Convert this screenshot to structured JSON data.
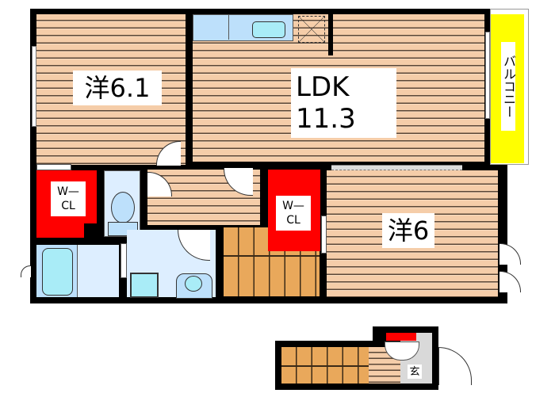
{
  "floor_plan": {
    "rooms": {
      "western_room_1": {
        "label": "洋6.1",
        "type": "洋室",
        "size_jo": "6.1"
      },
      "ldk": {
        "label_line1": "LDK",
        "label_line2": "11.3",
        "type": "LDK",
        "size_jo": "11.3"
      },
      "balcony": {
        "label": "バルコニー"
      },
      "walk_in_closet_1": {
        "label_line1": "W—",
        "label_line2": "CL"
      },
      "walk_in_closet_2": {
        "label_line1": "W—",
        "label_line2": "CL"
      },
      "western_room_2": {
        "label": "洋6",
        "type": "洋室",
        "size_jo": "6"
      },
      "entrance": {
        "label": "玄"
      }
    },
    "colors": {
      "wall": "#000000",
      "flooring": "#f5cda9",
      "flooring_line": "#5a4636",
      "wet_area": "#ddeeff",
      "fixture": "#bde0fb",
      "closet": "#ff0000",
      "balcony": "#ffff00",
      "stairs": "#e9a85b",
      "entrance_floor": "#d9d9d9"
    }
  }
}
